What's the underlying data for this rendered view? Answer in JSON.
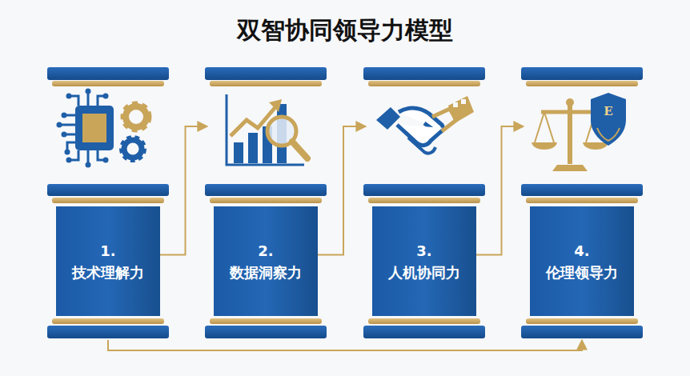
{
  "diagram": {
    "title": "双智协同领导力模型",
    "nodes": [
      {
        "text": [
          "1.",
          "技术理解力"
        ]
      },
      {
        "text": [
          "2.",
          "数据洞察力"
        ]
      },
      {
        "text": [
          "3.",
          "人机协同力"
        ]
      },
      {
        "text": [
          "4.",
          "伦理领导力"
        ]
      }
    ],
    "edges": [
      {
        "from": 0,
        "to": 1,
        "arrow": "to"
      },
      {
        "from": 1,
        "to": 2,
        "arrow": "to"
      },
      {
        "from": 2,
        "to": 3,
        "arrow": "to"
      },
      {
        "from": 0,
        "to": 3,
        "arrow": "to"
      }
    ],
    "labels": [
      "E"
    ]
  }
}
